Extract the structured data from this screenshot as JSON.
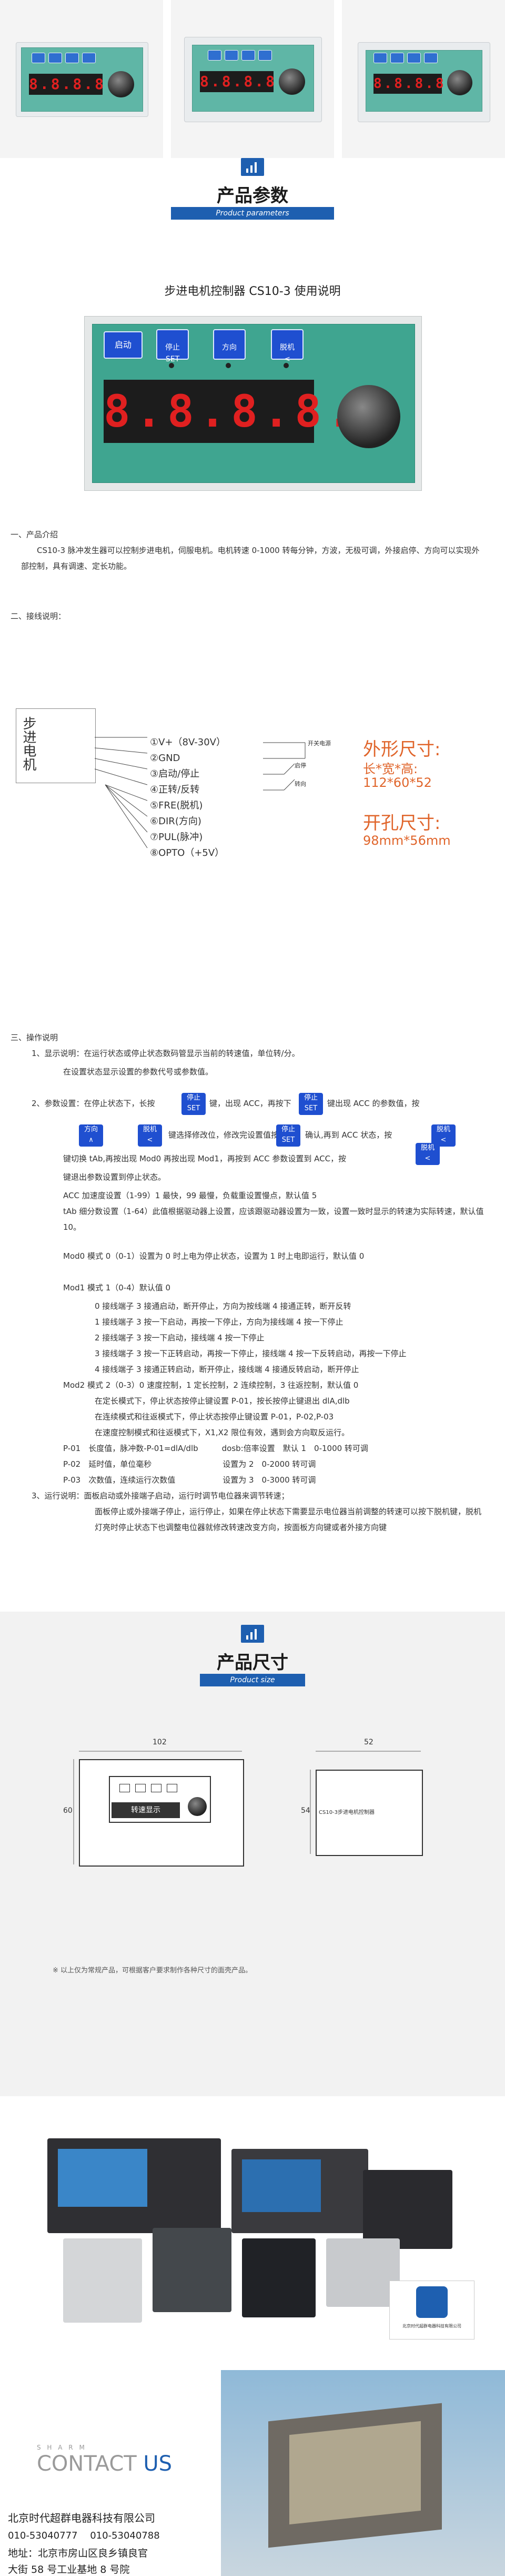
{
  "colors": {
    "accent": "#1e5fb0",
    "panel_green": "#5fb6a6",
    "led_red": "#e02020",
    "title_orange": "#e0652b"
  },
  "thumbs": [
    {
      "led": "8.8.8.8."
    },
    {
      "led": "8.8.8.8."
    },
    {
      "led": "8.8.8.8."
    }
  ],
  "params_header": {
    "title": "产品参数",
    "subtitle": "Product parameters"
  },
  "doc_title": "步进电机控制器 CS10-3 使用说明",
  "front_panel": {
    "buttons": [
      {
        "label": "启动",
        "icon": "start-icon"
      },
      {
        "label": "停止\nSET",
        "icon": "stop-set-icon"
      },
      {
        "label": "方向",
        "icon": "direction-icon"
      },
      {
        "label": "脱机\n<",
        "icon": "offline-icon"
      }
    ],
    "led": "8.8.8.8."
  },
  "intro": {
    "heading": "一、产品介绍",
    "body": "CS10-3 脉冲发生器可以控制步进电机，伺服电机。电机转速 0-1000 转每分钟，方波，无极可调，外接启停、方向可以实现外部控制，具有调速、定长功能。"
  },
  "wiring": {
    "heading": "二、接线说明：",
    "motor_label": "步进电机",
    "terminals": [
      "①V+（8V-30V）",
      "②GND",
      "③启动/停止",
      "④正转/反转",
      "⑤FRE(脱机)",
      "⑥DIR(方向)",
      "⑦PUL(脉冲)",
      "⑧OPTO（+5V）"
    ],
    "switch_labels": [
      "开关电源",
      "启停",
      "转向"
    ],
    "size_title": "外形尺寸:",
    "size_value_1": "长*宽*高:",
    "size_value_2": "112*60*52",
    "hole_title": "开孔尺寸:",
    "hole_value": "98mm*56mm"
  },
  "operation": {
    "heading": "三、操作说明",
    "items": [
      "1、显示说明：在运行状态或停止状态数码管显示当前的转速值，单位转/分。",
      "在设置状态显示设置的参数代号或参数值。",
      "2、参数设置：在停止状态下，长按",
      "键，出现 ACC，再按下",
      "键出现 ACC 的参数值，按",
      "键选择修改位，修改完设置值按",
      "确认,再到 ACC 状态，按",
      "键切换 tAb,再按出现 Mod0 再按出现 Mod1，再按到 ACC 参数设置到 ACC，按",
      "键退出参数设置到停止状态。",
      "ACC 加速度设置（1-99）1 最快，99 最慢，负载重设置慢点，默认值 5",
      "tAb 细分数设置（1-64）此值根据驱动器上设置，应该跟驱动器设置为一致，设置一致时显示的转速为实际转速，默认值 10。",
      "Mod0 模式 0（0-1）设置为 0 时上电为停止状态，设置为 1 时上电即运行，默认值 0",
      "Mod1 模式 1（0-4）默认值 0",
      "0 接线端子 3 接通启动，断开停止，方向为按线端 4 接通正转，断开反转",
      "1 接线端子 3 按一下启动，再按一下停止，方向为接线端 4 按一下停止",
      "2 接线端子 3 按一下启动，接线端 4 按一下停止",
      "3 接线端子 3 按一下正转启动，再按一下停止，接线端 4 按一下反转启动，再按一下停止",
      "4 接线端子 3 接通正转启动，断开停止，接线端 4 接通反转启动，断开停止",
      "Mod2 模式 2（0-3）0 速度控制，1 定长控制，2 连续控制，3 往返控制，默认值 0",
      "在定长模式下，停止状态按停止键设置 P-01，按长按停止键退出 dlA,dlb",
      "在连续模式和往返模式下，停止状态按停止键设置 P-01，P-02,P-03",
      "在速度控制模式和往返模式下，X1,X2 限位有效，遇到会方向取反运行。",
      "P-01　长度值，脉冲数-P-01=dlA/dlb　　　dosb:倍率设置　默认 1　0-1000 转可调",
      "P-02　延时值，单位毫秒　　　　　　　　　设置为 2　0-2000 转可调",
      "P-03　次数值，连续运行次数值　　　　　　设置为 3　0-3000 转可调",
      "3、运行说明：面板启动或外接端子启动，运行时调节电位器来调节转速；",
      "面板停止或外接端子停止，运行停止，如果在停止状态下需要显示电位器当前调整的转速可以按下脱机键，脱机灯亮时停止状态下也调整电位器就修改转速改变方向，按面板方向键或者外接方向键"
    ],
    "btn_stop": "停止\nSET",
    "btn_direction": "方向\n∧",
    "btn_offline": "脱机\n<"
  },
  "size_header": {
    "title": "产品尺寸",
    "subtitle": "Product size"
  },
  "drawing": {
    "width_dim": "102",
    "height_dim": "60",
    "depth_dim": "52",
    "side_height_dim": "54",
    "front_label": "转速显示",
    "side_label": "CS10-3步进电机控制器",
    "note": "※ 以上仅为常规产品，可根据客户要求制作各种尺寸的面壳产品。"
  },
  "product_photo": {
    "badge_text": "北京时代超群电器科技有限公司"
  },
  "contact": {
    "small": "S H A R M",
    "title_1": "CONTACT",
    "title_2": "US",
    "company": "北京时代超群电器科技有限公司",
    "phones": "010-53040777　 010-53040788",
    "address_1": "地址：北京市房山区良乡镇良官",
    "address_2": "大街 58 号工业基地 8 号院"
  }
}
